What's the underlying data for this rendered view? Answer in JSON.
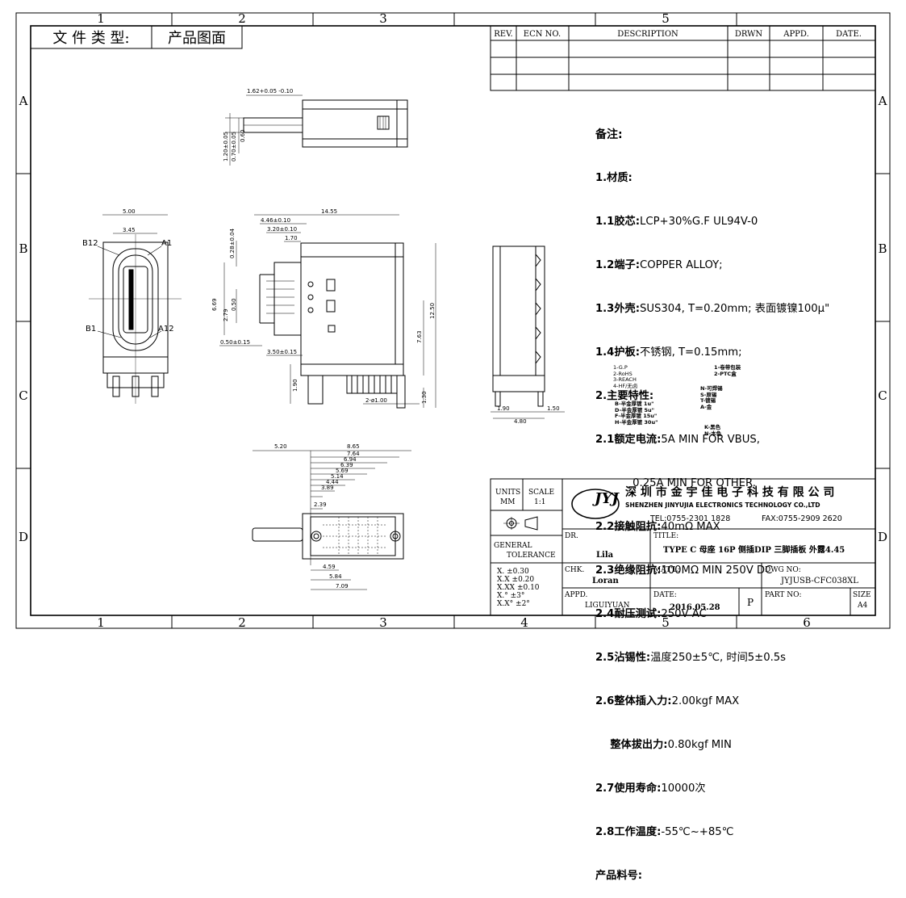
{
  "frame": {
    "col_labels": [
      "1",
      "2",
      "3",
      "4",
      "5",
      "6"
    ],
    "row_labels": [
      "A",
      "B",
      "C",
      "D"
    ],
    "doc_type_label": "文 件 类 型:",
    "doc_type_value": "产品图面"
  },
  "revision_table": {
    "headers": [
      "REV.",
      "ECN NO.",
      "DESCRIPTION",
      "DRWN",
      "APPD.",
      "DATE."
    ]
  },
  "dimensions": {
    "top_view": [
      "1.62+0.05 -0.10",
      "1.20±0.05",
      "0.70±0.05",
      "0.60"
    ],
    "front_view": [
      "5.00",
      "3.45",
      "B12",
      "A1",
      "B1",
      "A12"
    ],
    "side_view": [
      "14.55",
      "4.46±0.10",
      "3.20±0.10",
      "1.70",
      "0.28±0.04",
      "6.69",
      "2.79",
      "0.50",
      "0.50±0.15",
      "3.50±0.15",
      "7.63",
      "12.50",
      "1.90",
      "2-ø1.00",
      "1.30"
    ],
    "end_view": [
      "1.90",
      "1.50",
      "4.80"
    ],
    "bottom_view": [
      "5.20",
      "8.65",
      "7.64",
      "6.94",
      "6.39",
      "5.69",
      "5.14",
      "4.44",
      "3.89",
      "2.39",
      "4.59",
      "5.84",
      "7.09"
    ]
  },
  "notes": {
    "title": "备注:",
    "lines": [
      {
        "k": "1.材质:",
        "v": ""
      },
      {
        "k": "1.1胶芯:",
        "v": "LCP+30%G.F UL94V-0"
      },
      {
        "k": "1.2端子:",
        "v": "COPPER ALLOY;"
      },
      {
        "k": "1.3外壳:",
        "v": "SUS304, T=0.20mm; 表面镀镍100μ\""
      },
      {
        "k": "1.4护板:",
        "v": "不锈钢, T=0.15mm;"
      },
      {
        "k": "2.主要特性:",
        "v": ""
      },
      {
        "k": "2.1额定电流:",
        "v": "5A MIN FOR VBUS,"
      },
      {
        "k": "",
        "v": "           0.25A MIN FOR OTHER."
      },
      {
        "k": "2.2接触阻抗:",
        "v": "40mΩ MAX"
      },
      {
        "k": "2.3绝缘阻抗:",
        "v": "100MΩ MIN 250V DC"
      },
      {
        "k": "2.4耐压测试:",
        "v": "250V AC"
      },
      {
        "k": "2.5沾锡性:",
        "v": "温度250±5℃, 时间5±0.5s"
      },
      {
        "k": "2.6整体插入力:",
        "v": "2.00kgf MAX"
      },
      {
        "k": "    整体拔出力:",
        "v": "0.80kgf MIN"
      },
      {
        "k": "2.7使用寿命:",
        "v": "10000次"
      },
      {
        "k": "2.8工作温度:",
        "v": "-55℃~+85℃"
      },
      {
        "k": "产品料号:",
        "v": ""
      }
    ],
    "legend_a": "1-G.P\n2-RoHS\n3-REACH\n4-HF/无卤",
    "legend_b": "1-卷带包装\n2-PTC盒",
    "legend_c": "N-可焊锡\nS-原锡\nT-镀锡\nA-金",
    "legend_d": "B-半金厚镀 1u\"\nD-半金厚镀 5u\"\nF-半金厚镀 15u\"\nH-半金厚镀 30u\"",
    "legend_e": "K-黑色\nN-本色"
  },
  "title_block": {
    "units_label": "UNITS",
    "units_value": "MM",
    "scale_label": "SCALE",
    "scale_value": "1:1",
    "logo": "JYJ",
    "company_cn": "深 圳 市 金 宇 佳 电 子 科 技 有 限 公 司",
    "company_en": "SHENZHEN JINYUJIA ELECTRONICS TECHNOLOGY CO.,LTD",
    "tel": "TEL:0755-2301 1828",
    "fax": "FAX:0755-2909 2620",
    "tolerance_title": "GENERAL\nTOLERANCE",
    "tolerances": [
      "X.    ±0.30",
      "X.X   ±0.20",
      "X.XX  ±0.10",
      "X.°   ±3°",
      "X.X°  ±2°"
    ],
    "dr_label": "DR.",
    "dr_value": "Lila",
    "chk_label": "CHK.",
    "chk_value": "Loran",
    "appd_label": "APPD.",
    "appd_value": "LIGUIYUAN",
    "title_label": "TITLE:",
    "title_value": "TYPE C 母座 16P 侧插DIP 三脚插板 外露4.45",
    "matl_label": "MAT'L:",
    "dwg_label": "DWG NO:",
    "dwg_value": "JYJUSB-CFC038XL",
    "date_label": "DATE:",
    "date_value": "2016.05.28",
    "p_value": "P",
    "part_label": "PART NO:",
    "size_label": "SIZE",
    "size_value": "A4"
  }
}
